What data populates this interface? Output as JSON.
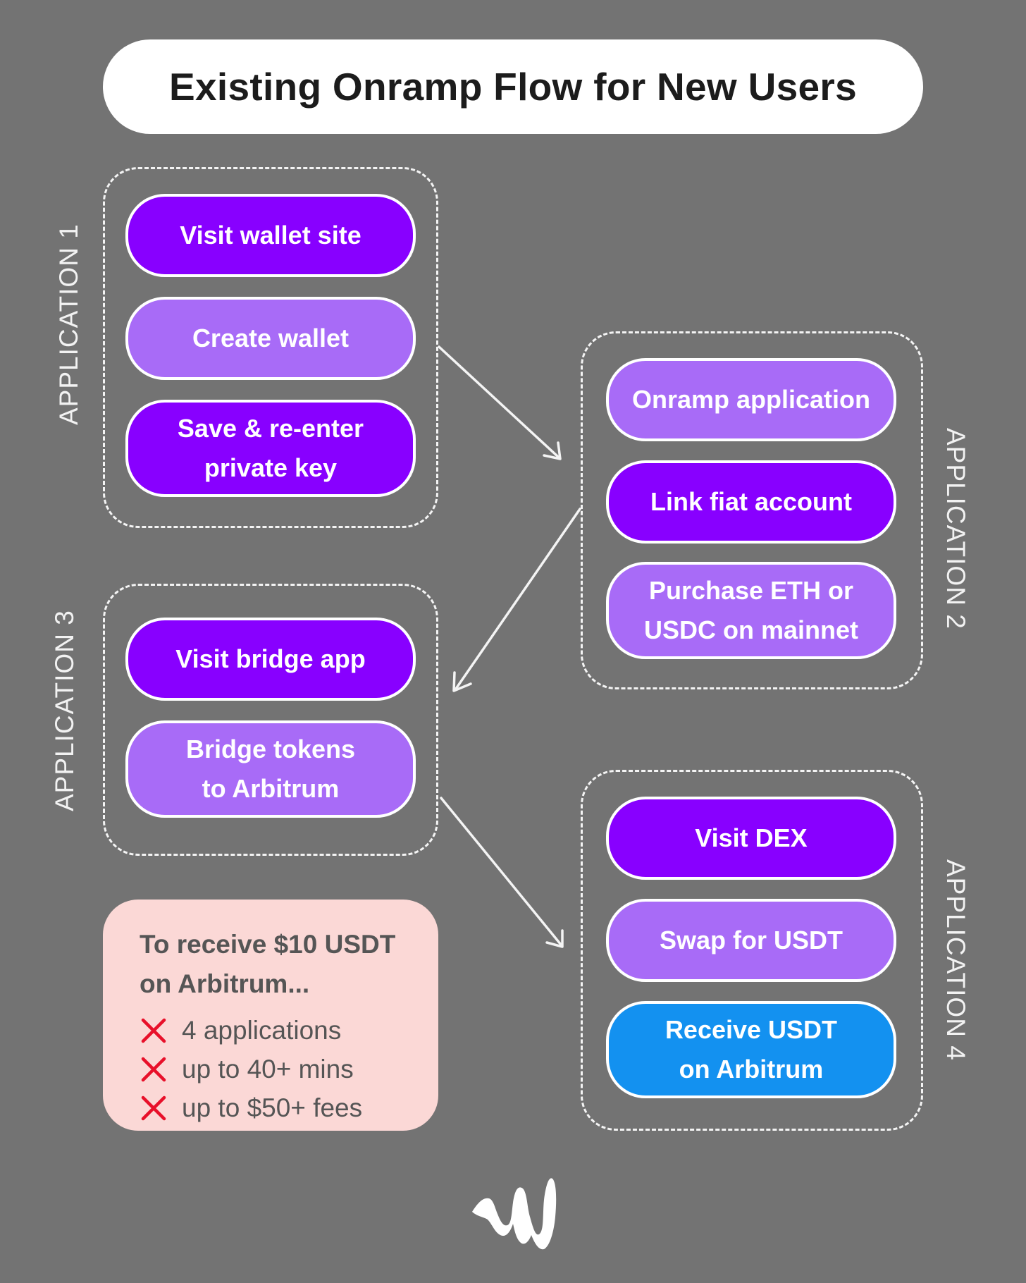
{
  "title": "Existing Onramp Flow for New Users",
  "groups": [
    {
      "label": "APPLICATION 1",
      "steps": [
        {
          "text": "Visit wallet site",
          "style": "dark"
        },
        {
          "text": "Create wallet",
          "style": "light"
        },
        {
          "text": "Save & re-enter\nprivate key",
          "style": "dark"
        }
      ]
    },
    {
      "label": "APPLICATION 2",
      "steps": [
        {
          "text": "Onramp application",
          "style": "light"
        },
        {
          "text": "Link fiat account",
          "style": "dark"
        },
        {
          "text": "Purchase ETH or\nUSDC on mainnet",
          "style": "light"
        }
      ]
    },
    {
      "label": "APPLICATION 3",
      "steps": [
        {
          "text": "Visit bridge app",
          "style": "dark"
        },
        {
          "text": "Bridge tokens\nto Arbitrum",
          "style": "light"
        }
      ]
    },
    {
      "label": "APPLICATION 4",
      "steps": [
        {
          "text": "Visit DEX",
          "style": "dark"
        },
        {
          "text": "Swap for USDT",
          "style": "light"
        },
        {
          "text": "Receive USDT\non Arbitrum",
          "style": "blue"
        }
      ]
    }
  ],
  "summary": {
    "heading": "To receive $10 USDT\non Arbitrum...",
    "items": [
      "4 applications",
      "up to 40+ mins",
      "up to $50+ fees"
    ]
  },
  "colors": {
    "background": "#737373",
    "step_dark": "#8800ff",
    "step_light": "#a86bf7",
    "step_final": "#1391f0",
    "summary_bg": "#fbd8d6",
    "x_mark": "#e8102a"
  },
  "icons": {
    "logo": "wave-logo-icon",
    "bullet": "red-x-icon"
  }
}
